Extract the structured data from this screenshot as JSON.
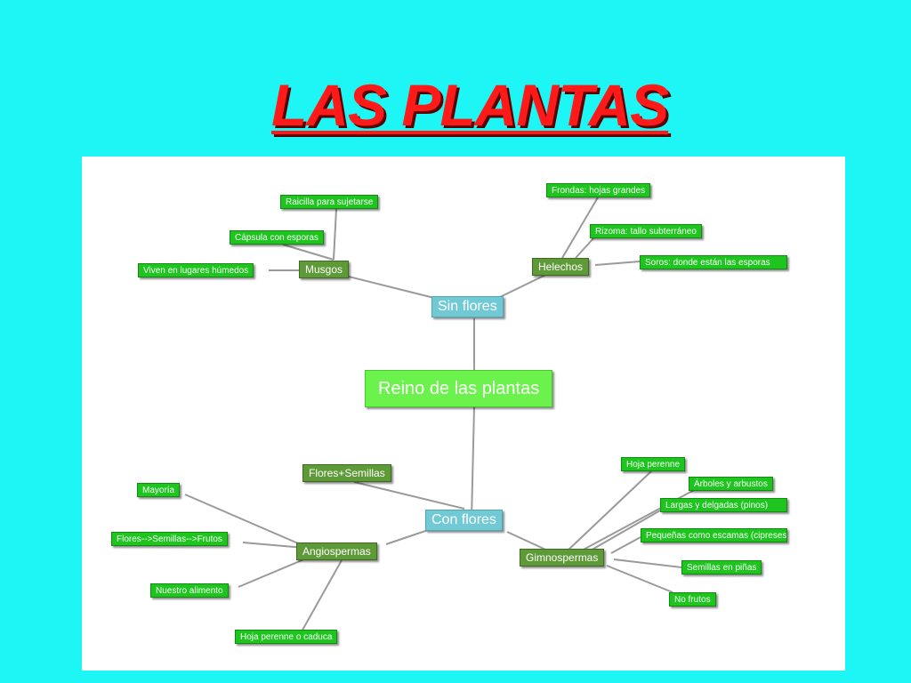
{
  "slide": {
    "title": "LAS PLANTAS"
  },
  "mindmap": {
    "root": "Reino de las plantas",
    "sin_flores": {
      "label": "Sin flores",
      "musgos": {
        "label": "Musgos",
        "items": [
          "Raicilla para sujetarse",
          "Cápsula con esporas",
          "Viven en lugares húmedos"
        ]
      },
      "helechos": {
        "label": "Helechos",
        "items": [
          "Frondas: hojas grandes",
          "Rizoma: tallo subterráneo",
          "Soros: donde están las esporas"
        ]
      }
    },
    "con_flores": {
      "label": "Con flores",
      "flores_semillas": "Flores+Semillas",
      "angiospermas": {
        "label": "Angiospermas",
        "items": [
          "Mayoría",
          "Flores-->Semillas-->Frutos",
          "Nuestro alimento",
          "Hoja perenne o caduca"
        ]
      },
      "gimnospermas": {
        "label": "Gimnospermas",
        "items": [
          "Hoja perenne",
          "Árboles y arbustos",
          "Largas y delgadas (pinos)",
          "Pequeñas como escamas (cipreses)",
          "Semillas en piñas",
          "No frutos"
        ]
      }
    }
  },
  "colors": {
    "background": "#1ef5f5",
    "title": "#ff1a1a",
    "root_node": "#6cf24c",
    "group_node": "#72c9d6",
    "branch_node": "#5f9a38",
    "leaf_node": "#1ec51e",
    "connector": "#9a9a9a"
  }
}
